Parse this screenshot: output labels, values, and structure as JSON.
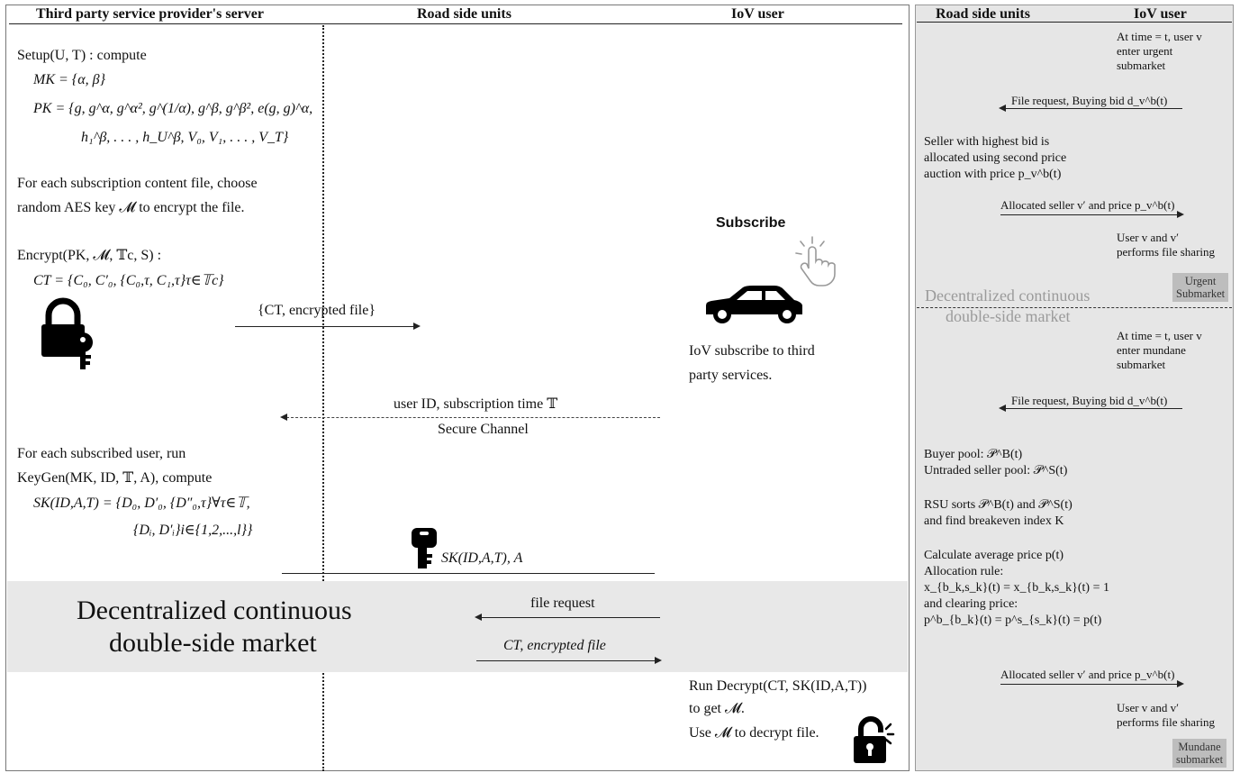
{
  "left_panel": {
    "headers": {
      "server": "Third party service provider's server",
      "rsu": "Road side units",
      "user": "IoV user"
    },
    "setup": {
      "title": "Setup(U, T) : compute",
      "mk": "MK = {α, β}",
      "pk_line1": "PK = {g, g^α, g^α², g^(1/α), g^β, g^β², e(g, g)^α,",
      "pk_line2": "h₁^β, . . . , h_U^β, V₀, V₁, . . . , V_T}"
    },
    "aes": {
      "line1": "For each subscription content file, choose",
      "line2": "random AES key 𝓜 to encrypt the file."
    },
    "encrypt": {
      "title": "Encrypt(PK, 𝓜, 𝕋c, S) :",
      "ct": "CT = {C₀, C′₀, {C₀,τ, C₁,τ}τ∈𝕋c}"
    },
    "msg_ct": "{CT, encrypted file}",
    "subscribe_label": "Subscribe",
    "iov_subscribe": {
      "line1": "IoV subscribe to third",
      "line2": "party services."
    },
    "msg_userid": "user ID, subscription time 𝕋",
    "secure_channel": "Secure Channel",
    "keygen": {
      "line1": "For each subscribed user, run",
      "line2": "KeyGen(MK, ID, 𝕋, A), compute",
      "sk1": "SK(ID,A,T) = {D₀, D′₀, {D″₀,τ}∀τ∈𝕋,",
      "sk2": "{Dᵢ, D′ᵢ}i∈{1,2,...,l}}"
    },
    "msg_sk": "SK(ID,A,T), A",
    "market": {
      "line1": "Decentralized continuous",
      "line2": "double-side market"
    },
    "msg_file_request": "file request",
    "msg_ct_file": "CT, encrypted file",
    "decrypt": {
      "line1": "Run Decrypt(CT, SK(ID,A,T))",
      "line2": "to get 𝓜.",
      "line3": "Use 𝓜 to decrypt file."
    }
  },
  "right_panel": {
    "headers": {
      "rsu": "Road side units",
      "user": "IoV user"
    },
    "urgent": {
      "time_text": [
        "At time = t, user v",
        "enter urgent",
        "submarket"
      ],
      "file_request": "File request, Buying bid d_v^b(t)",
      "seller_text": [
        "Seller with highest bid is",
        "allocated using second price",
        "auction with price p_v^b(t)"
      ],
      "allocated": "Allocated seller v′ and price p_v^b(t)",
      "sharing": [
        "User v and v′",
        "performs file sharing"
      ],
      "badge": [
        "Urgent",
        "Submarket"
      ]
    },
    "divider_label": [
      "Decentralized continuous",
      "double-side market"
    ],
    "mundane": {
      "time_text": [
        "At time = t, user v",
        "enter mundane",
        "submarket"
      ],
      "file_request": "File request, Buying bid d_v^b(t)",
      "pools": [
        "Buyer pool: 𝒫^B(t)",
        "Untraded seller pool: 𝒫^S(t)"
      ],
      "sorts": [
        "RSU sorts 𝒫^B(t) and 𝒫^S(t)",
        "and find breakeven index K"
      ],
      "calc": [
        "Calculate average price p(t)",
        "Allocation rule:",
        "x_{b_k,s_k}(t) = x_{b_k,s_k}(t) = 1",
        "and clearing price:",
        "p^b_{b_k}(t) = p^s_{s_k}(t) = p(t)"
      ],
      "allocated": "Allocated seller v′ and price p_v^b(t)",
      "sharing": [
        "User v and v′",
        "performs file sharing"
      ],
      "badge": [
        "Mundane",
        "submarket"
      ]
    }
  },
  "colors": {
    "market_band": "#e8e8e8",
    "right_bg": "#e6e6e6",
    "badge": "#bdbdbd",
    "divider_text": "#9a9a9a"
  },
  "icons": [
    "padlock-key-icon",
    "car-icon",
    "tap-hand-icon",
    "key-icon",
    "unlock-icon"
  ]
}
